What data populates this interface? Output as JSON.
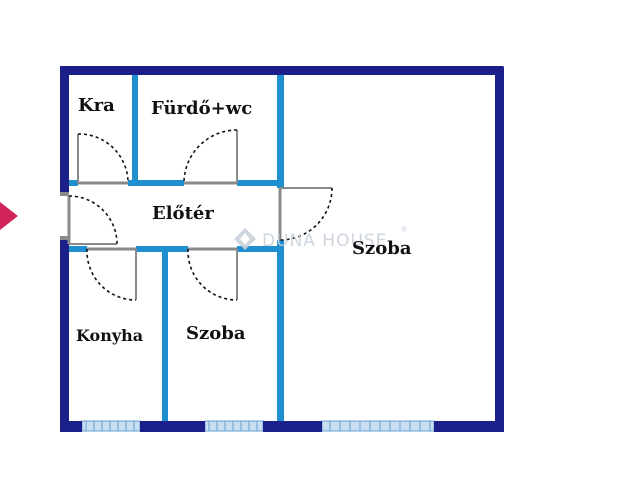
{
  "colors": {
    "outer_wall": "#1b1f8a",
    "inner_wall": "#1f8fcf",
    "door_gray": "#8a8a8a",
    "window_fill": "#c9def0",
    "window_stripe": "#6aa0d0",
    "arrow": "#d0245a",
    "watermark": "#c9d1dc"
  },
  "rooms": [
    {
      "id": "kra",
      "label": "Kra"
    },
    {
      "id": "furdo",
      "label": "Fürdő+wc"
    },
    {
      "id": "eloter",
      "label": "Előtér"
    },
    {
      "id": "szoba_large",
      "label": "Szoba"
    },
    {
      "id": "konyha",
      "label": "Konyha"
    },
    {
      "id": "szoba_small",
      "label": "Szoba"
    }
  ],
  "watermark": {
    "text": "DUNA HOUSE",
    "mark": "®",
    "icon": "diamond-logo-icon"
  },
  "entry_marker": {
    "icon": "entry-arrow-icon"
  }
}
